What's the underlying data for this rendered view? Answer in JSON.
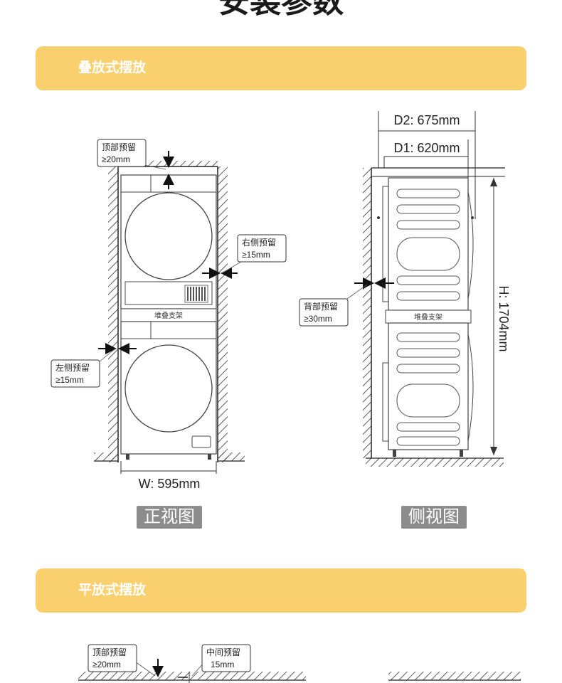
{
  "page_title": "安装参数",
  "section_stacked": {
    "title": "叠放式摆放",
    "front_view": {
      "top_clearance_label": "顶部预留",
      "top_clearance_value": "≥20mm",
      "right_clearance_label": "右侧预留",
      "right_clearance_value": "≥15mm",
      "left_clearance_label": "左侧预留",
      "left_clearance_value": "≥15mm",
      "stack_bracket_label": "堆叠支架",
      "width_label": "W: 595mm",
      "view_caption": "正视图"
    },
    "side_view": {
      "depth2_label": "D2: 675mm",
      "depth1_label": "D1: 620mm",
      "back_clearance_label": "背部预留",
      "back_clearance_value": "≥30mm",
      "stack_bracket_label": "堆叠支架",
      "height_label": "H: 1704mm",
      "view_caption": "侧视图"
    }
  },
  "section_flat": {
    "title": "平放式摆放",
    "top_clearance_label": "顶部预留",
    "top_clearance_value": "≥20mm",
    "middle_clearance_label": "中间预留",
    "middle_clearance_value": "15mm"
  }
}
